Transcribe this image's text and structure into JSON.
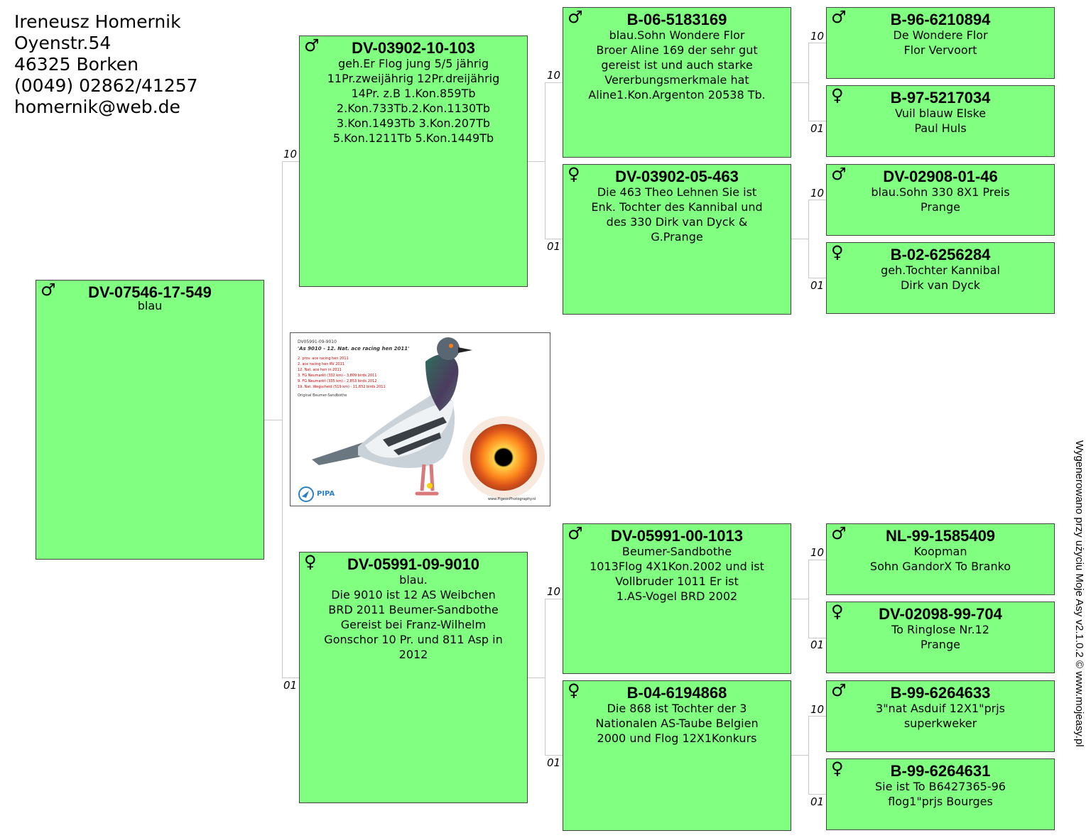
{
  "owner": {
    "name": "Ireneusz Homernik",
    "street": "Oyenstr.54",
    "city": "46325 Borken",
    "phone": "(0049) 02862/41257",
    "email": "homernik@web.de"
  },
  "symbols": {
    "male": "♂",
    "female": "♀"
  },
  "marks": {
    "ten": "10",
    "zero_one": "01"
  },
  "birds": {
    "subject": {
      "sex": "♂",
      "ring": "DV-07546-17-549",
      "lines": [
        "blau"
      ]
    },
    "sire": {
      "sex": "♂",
      "ring": "DV-03902-10-103",
      "lines": [
        "geh.Er Flog jung 5/5 jährig",
        "11Pr.zweijährig 12Pr.dreijährig",
        "14Pr. z.B 1.Kon.859Tb",
        "2.Kon.733Tb.2.Kon.1130Tb",
        "3.Kon.1493Tb 3.Kon.207Tb",
        "5.Kon.1211Tb 5.Kon.1449Tb"
      ]
    },
    "dam": {
      "sex": "♀",
      "ring": "DV-05991-09-9010",
      "lines": [
        "blau.",
        "Die 9010 ist 12 AS Weibchen",
        "BRD 2011 Beumer-Sandbothe",
        "Gereist bei Franz-Wilhelm",
        "Gonschor 10 Pr. und 811 Asp in",
        "2012"
      ]
    },
    "ss": {
      "sex": "♂",
      "ring": "B-06-5183169",
      "lines": [
        "blau.Sohn Wondere Flor",
        "Broer Aline 169 der sehr gut",
        "gereist ist und auch starke",
        "Vererbungsmerkmale hat",
        "Aline1.Kon.Argenton 20538 Tb."
      ]
    },
    "sd": {
      "sex": "♀",
      "ring": "DV-03902-05-463",
      "lines": [
        "Die 463 Theo Lehnen Sie ist",
        "Enk. Tochter des Kannibal und",
        "des 330  Dirk van Dyck &",
        "G.Prange"
      ]
    },
    "ds": {
      "sex": "♂",
      "ring": "DV-05991-00-1013",
      "lines": [
        "Beumer-Sandbothe",
        "1013Flog 4X1Kon.2002 und ist",
        "Vollbruder 1011 Er ist",
        "1.AS-Vogel BRD 2002"
      ]
    },
    "dd": {
      "sex": "♀",
      "ring": "B-04-6194868",
      "lines": [
        "Die 868 ist Tochter der 3",
        "Nationalen AS-Taube Belgien",
        "2000 und Flog 12X1Konkurs"
      ]
    },
    "sss": {
      "sex": "♂",
      "ring": "B-96-6210894",
      "lines": [
        "De Wondere Flor",
        "Flor Vervoort"
      ]
    },
    "ssd": {
      "sex": "♀",
      "ring": "B-97-5217034",
      "lines": [
        "Vuil blauw Elske",
        "Paul Huls"
      ]
    },
    "sds": {
      "sex": "♂",
      "ring": "DV-02908-01-46",
      "lines": [
        "blau.Sohn 330 8X1 Preis",
        "Prange"
      ]
    },
    "sdd": {
      "sex": "♀",
      "ring": "B-02-6256284",
      "lines": [
        "geh.Tochter Kannibal",
        "Dirk van Dyck"
      ]
    },
    "dss": {
      "sex": "♂",
      "ring": "NL-99-1585409",
      "lines": [
        "Koopman",
        "Sohn GandorX To Branko"
      ]
    },
    "dsd": {
      "sex": "♀",
      "ring": "DV-02098-99-704",
      "lines": [
        "To Ringlose Nr.12",
        "Prange"
      ]
    },
    "dds": {
      "sex": "♂",
      "ring": "B-99-6264633",
      "lines": [
        "3\"nat Asduif 12X1\"prjs",
        "superkweker"
      ]
    },
    "ddd": {
      "sex": "♀",
      "ring": "B-99-6264631",
      "lines": [
        "Sie ist To B6427365-96",
        "flog1\"prjs Bourges"
      ]
    }
  },
  "photo": {
    "ring": "DV05991-09-9010",
    "headline": "'As 9010 - 12. Nat. ace racing hen 2011'",
    "results": [
      "2. prov. ace racing hen 2011",
      "2. ace racing hen RV 2011",
      "12. Nat. ace hen in 2011",
      "3. FG Neumarkt (332 km) - 3,809 birds 2011",
      "9. FG Neumarkt (335 km) - 2,853 birds 2012",
      "19. Nat. Wegscheid (519 km) - 11,832 birds 2011"
    ],
    "origin": "Original Beumer-Sandbothe",
    "logo": "PIPA",
    "credit": "www.PigeonPhotography.nl",
    "colors": {
      "title": "#cc0000",
      "results": "#cc0000",
      "logo": "#2a7fc9"
    }
  },
  "footer": "Wygenerowano przy użyciu Moje Asy v2.1.0.2 © www.mojeasy.pl"
}
